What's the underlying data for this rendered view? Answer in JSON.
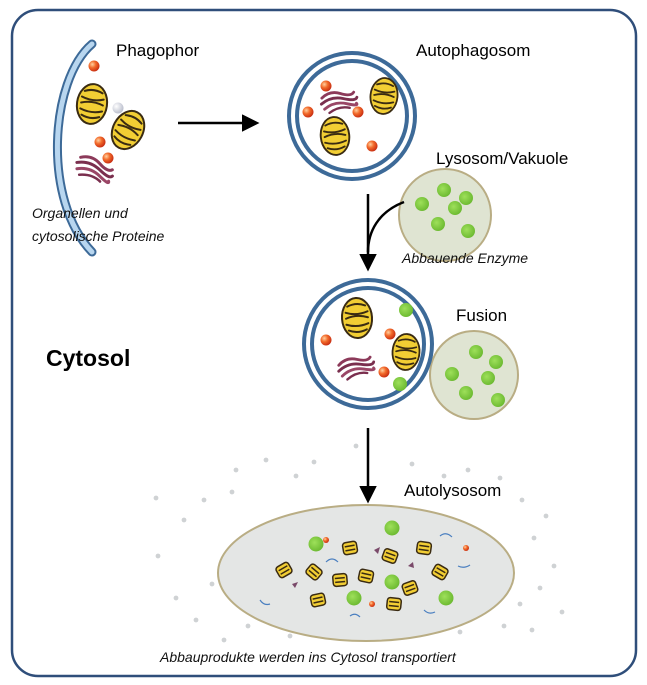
{
  "labels": {
    "phagophor": "Phagophor",
    "autophagosom": "Autophagosom",
    "lysosom": "Lysosom/Vakuole",
    "organellen_line1": "Organellen und",
    "organellen_line2": "cytosolische Proteine",
    "enzyme": "Abbauende Enzyme",
    "fusion": "Fusion",
    "cytosol": "Cytosol",
    "autolysosom": "Autolysosom",
    "abbauprodukte": "Abbauprodukte werden ins Cytosol  transportiert"
  },
  "colors": {
    "membrane_blue": "#3d6a98",
    "phagophor_fill": "#a9cbe8",
    "mito_fill": "#f2ce34",
    "mito_stroke": "#3a2b12",
    "er_color": "#8c3a5a",
    "red_dot": "#e8461e",
    "green_dot": "#7cca3c",
    "lysosome_fill": "#dfe4d2",
    "lysosome_stroke": "#b9ad84",
    "autolysosome_fill": "#e4e6e5",
    "frame_stroke": "#2f4e7a"
  }
}
